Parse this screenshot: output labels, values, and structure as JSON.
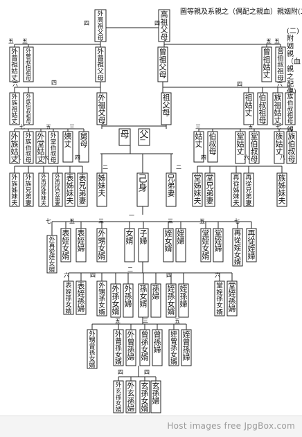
{
  "header": {
    "title": "圖等親及系親之（偶配之親血）親姻附(二)",
    "side_caption": "(二)附姻親（血親之配偶）之親系及親等圖"
  },
  "footer": {
    "text": "Host images free JpgBox.com"
  },
  "nodes": [
    {
      "id": "n1",
      "text": "外高祖父母"
    },
    {
      "id": "n2",
      "text": "高祖父母"
    },
    {
      "id": "n3",
      "text": "外曾祖姑丈"
    },
    {
      "id": "n4",
      "text": "外曾叔伯祖母"
    },
    {
      "id": "n5",
      "text": "外曾祖父母"
    },
    {
      "id": "n6",
      "text": "曾祖父母"
    },
    {
      "id": "n7",
      "text": "曾祖姑丈"
    },
    {
      "id": "n8",
      "text": "曾伯叔祖母"
    },
    {
      "id": "n9",
      "text": "外族祖姑丈"
    },
    {
      "id": "n10",
      "text": "外族伯叔祖母"
    },
    {
      "id": "n11",
      "text": "外祖父母"
    },
    {
      "id": "n12",
      "text": "祖父母"
    },
    {
      "id": "n13",
      "text": "祖姑丈"
    },
    {
      "id": "n14",
      "text": "伯叔祖母"
    },
    {
      "id": "n15",
      "text": "族祖姑丈"
    },
    {
      "id": "n16",
      "text": "族伯叔祖母"
    },
    {
      "id": "n17",
      "text": "外族姑丈"
    },
    {
      "id": "n18",
      "text": "外族伯叔母"
    },
    {
      "id": "n19",
      "text": "外堂姑丈"
    },
    {
      "id": "n20",
      "text": "外堂伯叔母"
    },
    {
      "id": "n21",
      "text": "姨丈"
    },
    {
      "id": "n22",
      "text": "舅母"
    },
    {
      "id": "n23",
      "text": "母"
    },
    {
      "id": "n24",
      "text": "父"
    },
    {
      "id": "n25",
      "text": "姑丈"
    },
    {
      "id": "n26",
      "text": "伯叔母"
    },
    {
      "id": "n27",
      "text": "堂姑丈"
    },
    {
      "id": "n28",
      "text": "堂伯叔母"
    },
    {
      "id": "n29",
      "text": "族姑丈"
    },
    {
      "id": "n30",
      "text": "族伯叔母"
    },
    {
      "id": "n31",
      "text": "外族姊妹夫"
    },
    {
      "id": "n32",
      "text": "外族兄弟妻"
    },
    {
      "id": "n33",
      "text": "外再從姊妹夫"
    },
    {
      "id": "n34",
      "text": "外再從兄弟妻"
    },
    {
      "id": "n35",
      "text": "表姊妹夫"
    },
    {
      "id": "n36",
      "text": "表兄弟妻"
    },
    {
      "id": "n37",
      "text": "姊妹夫"
    },
    {
      "id": "n38",
      "text": "己身"
    },
    {
      "id": "n39",
      "text": "兄弟妻"
    },
    {
      "id": "n40",
      "text": "堂姊妹夫"
    },
    {
      "id": "n41",
      "text": "堂兄弟妻"
    },
    {
      "id": "n42",
      "text": "再從姊妹夫"
    },
    {
      "id": "n43",
      "text": "再從兄弟妻"
    },
    {
      "id": "n44",
      "text": "族姊妹夫"
    },
    {
      "id": "n45",
      "text": "外再從姪女婿"
    },
    {
      "id": "n46",
      "text": "表姪女婿"
    },
    {
      "id": "n47",
      "text": "表姪婦"
    },
    {
      "id": "n48",
      "text": "外甥女婿"
    },
    {
      "id": "n49",
      "text": "女婿"
    },
    {
      "id": "n50",
      "text": "子婦"
    },
    {
      "id": "n51",
      "text": "姪女婿"
    },
    {
      "id": "n52",
      "text": "姪婦"
    },
    {
      "id": "n53",
      "text": "堂姪女婿"
    },
    {
      "id": "n54",
      "text": "堂姪婦"
    },
    {
      "id": "n55",
      "text": "再從姪女婿"
    },
    {
      "id": "n56",
      "text": "再從姪婦"
    },
    {
      "id": "n57",
      "text": "表姪孫女婿"
    },
    {
      "id": "n58",
      "text": "表姪孫婦"
    },
    {
      "id": "n59",
      "text": "外甥孫女婿"
    },
    {
      "id": "n60",
      "text": "外孫女婿"
    },
    {
      "id": "n61",
      "text": "外孫婦"
    },
    {
      "id": "n62",
      "text": "孫女婿"
    },
    {
      "id": "n63",
      "text": "孫婦"
    },
    {
      "id": "n64",
      "text": "姪孫女婿"
    },
    {
      "id": "n65",
      "text": "姪孫婦"
    },
    {
      "id": "n66",
      "text": "堂姪孫女婿"
    },
    {
      "id": "n67",
      "text": "堂姪孫婦"
    },
    {
      "id": "n68",
      "text": "外甥曾孫女婿"
    },
    {
      "id": "n69",
      "text": "外曾孫女婿"
    },
    {
      "id": "n70",
      "text": "外曾孫婦"
    },
    {
      "id": "n71",
      "text": "曾孫女婿"
    },
    {
      "id": "n72",
      "text": "曾孫婦"
    },
    {
      "id": "n73",
      "text": "姪曾孫女婿"
    },
    {
      "id": "n74",
      "text": "姪曾孫婦"
    },
    {
      "id": "n75",
      "text": "外玄孫女婿"
    },
    {
      "id": "n76",
      "text": "外玄孫婦"
    },
    {
      "id": "n77",
      "text": "玄孫女婿"
    },
    {
      "id": "n78",
      "text": "玄孫婦"
    }
  ],
  "degrees": [
    {
      "id": "d1",
      "text": "四"
    },
    {
      "id": "d2",
      "text": "四"
    },
    {
      "id": "d3",
      "text": "五"
    },
    {
      "id": "d4",
      "text": "五"
    },
    {
      "id": "d5",
      "text": "三"
    },
    {
      "id": "d6",
      "text": "三"
    },
    {
      "id": "d7",
      "text": "五"
    },
    {
      "id": "d8",
      "text": "五"
    },
    {
      "id": "d9",
      "text": "六"
    },
    {
      "id": "d10",
      "text": "四"
    },
    {
      "id": "d11",
      "text": "二"
    },
    {
      "id": "d12",
      "text": "二"
    },
    {
      "id": "d13",
      "text": "四"
    },
    {
      "id": "d14",
      "text": "六"
    },
    {
      "id": "d15",
      "text": "七"
    },
    {
      "id": "d16",
      "text": "五"
    },
    {
      "id": "d17",
      "text": "三"
    },
    {
      "id": "d18",
      "text": "一"
    },
    {
      "id": "d19",
      "text": "三"
    },
    {
      "id": "d20",
      "text": "五"
    },
    {
      "id": "d21",
      "text": "七"
    },
    {
      "id": "d22",
      "text": "八"
    },
    {
      "id": "d23",
      "text": "六"
    },
    {
      "id": "d24",
      "text": "四"
    },
    {
      "id": "d25",
      "text": "二"
    },
    {
      "id": "d26",
      "text": "二"
    },
    {
      "id": "d27",
      "text": "四"
    },
    {
      "id": "d28",
      "text": "六"
    },
    {
      "id": "d29",
      "text": "八"
    },
    {
      "id": "d30",
      "text": "七"
    },
    {
      "id": "d31",
      "text": "五"
    },
    {
      "id": "d32",
      "text": "三"
    },
    {
      "id": "d33",
      "text": "一"
    },
    {
      "id": "d34",
      "text": "三"
    },
    {
      "id": "d35",
      "text": "五"
    },
    {
      "id": "d36",
      "text": "七"
    },
    {
      "id": "d37",
      "text": "六"
    },
    {
      "id": "d38",
      "text": "四"
    },
    {
      "id": "d39",
      "text": "二"
    },
    {
      "id": "d40",
      "text": "四"
    },
    {
      "id": "d41",
      "text": "六"
    },
    {
      "id": "d42",
      "text": "五"
    },
    {
      "id": "d43",
      "text": "三"
    },
    {
      "id": "d44",
      "text": "五"
    },
    {
      "id": "d45",
      "text": "四"
    },
    {
      "id": "d46",
      "text": "四"
    }
  ],
  "labels": {
    "mother": "母",
    "father": "父",
    "self": "己身"
  }
}
